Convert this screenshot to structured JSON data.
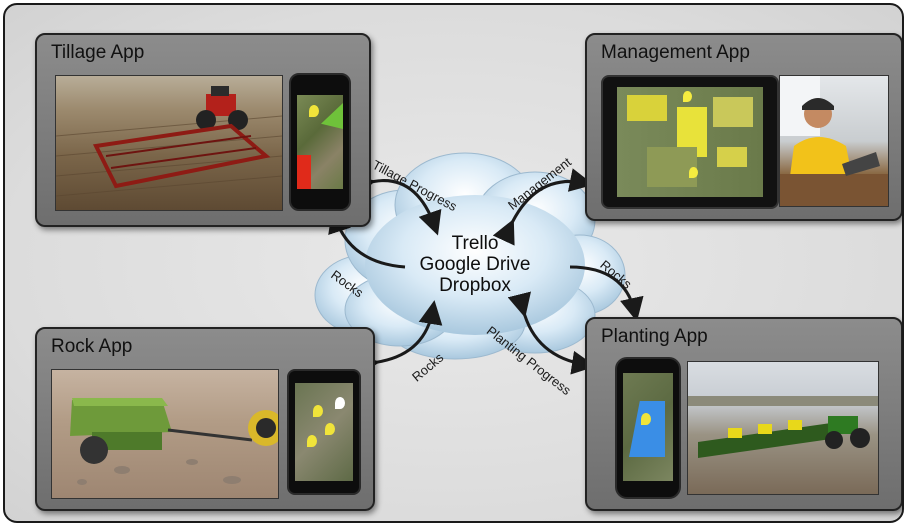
{
  "cloud": {
    "services": [
      "Trello",
      "Google Drive",
      "Dropbox"
    ]
  },
  "panels": {
    "tillage": {
      "title": "Tillage App"
    },
    "management": {
      "title": "Management App"
    },
    "rock": {
      "title": "Rock App"
    },
    "planting": {
      "title": "Planting App"
    }
  },
  "arrows": {
    "tillage_progress": "Tillage Progress",
    "management": "Management",
    "rocks_left": "Rocks",
    "rocks_right": "Rocks",
    "rocks_bottom": "Rocks",
    "planting_progress": "Planting Progress"
  },
  "colors": {
    "panel": "#7d7d7d",
    "cloud": "#cfe3f1",
    "arrow": "#1a1a1a",
    "map_yellow": "#e8e23a",
    "map_green": "#6fc23a",
    "map_red": "#e02a1a",
    "map_blue": "#3a8ee6"
  }
}
